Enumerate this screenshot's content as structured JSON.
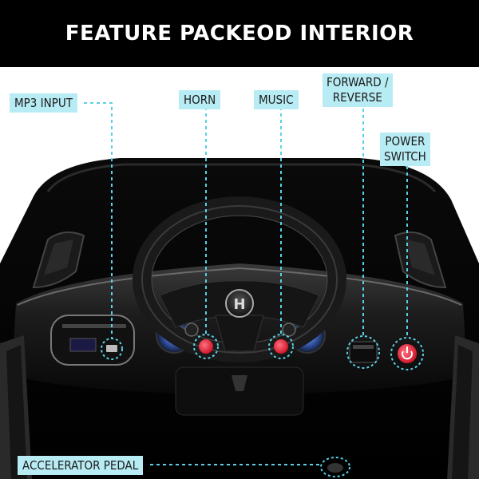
{
  "header": {
    "title": "FEATURE PACKEOD INTERIOR"
  },
  "callouts": {
    "mp3_input": "MP3 INPUT",
    "horn": "HORN",
    "music": "MUSIC",
    "forward_reverse": "FORWARD /\nREVERSE",
    "power_switch": "POWER\nSWITCH",
    "accelerator_pedal": "ACCELERATOR PEDAL"
  },
  "colors": {
    "header_bg": "#000000",
    "header_text": "#ffffff",
    "label_bg": "#b8ecf4",
    "leader_line": "#5ad0e6",
    "button_red": "#e8283a"
  },
  "icons": {
    "steering_badge": "h-logo-icon"
  }
}
